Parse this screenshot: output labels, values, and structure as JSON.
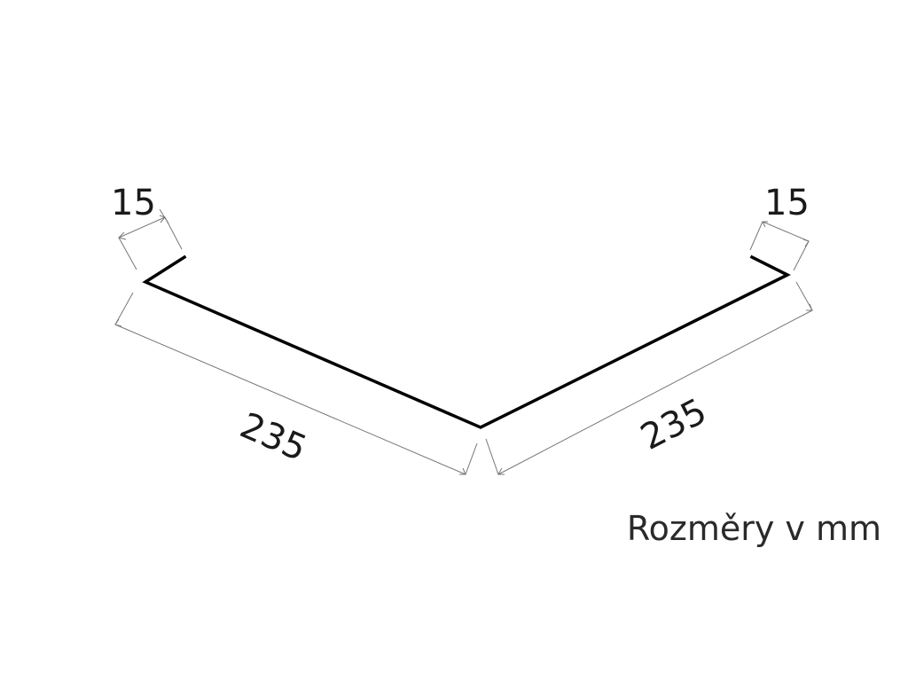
{
  "dimensions": {
    "left_flange": "15",
    "right_flange": "15",
    "left_side": "235",
    "right_side": "235"
  },
  "units_note": "Rozměry v mm",
  "colors": {
    "profile": "#000000",
    "dimension_lines": "#777777",
    "text": "#1a1a1a"
  }
}
